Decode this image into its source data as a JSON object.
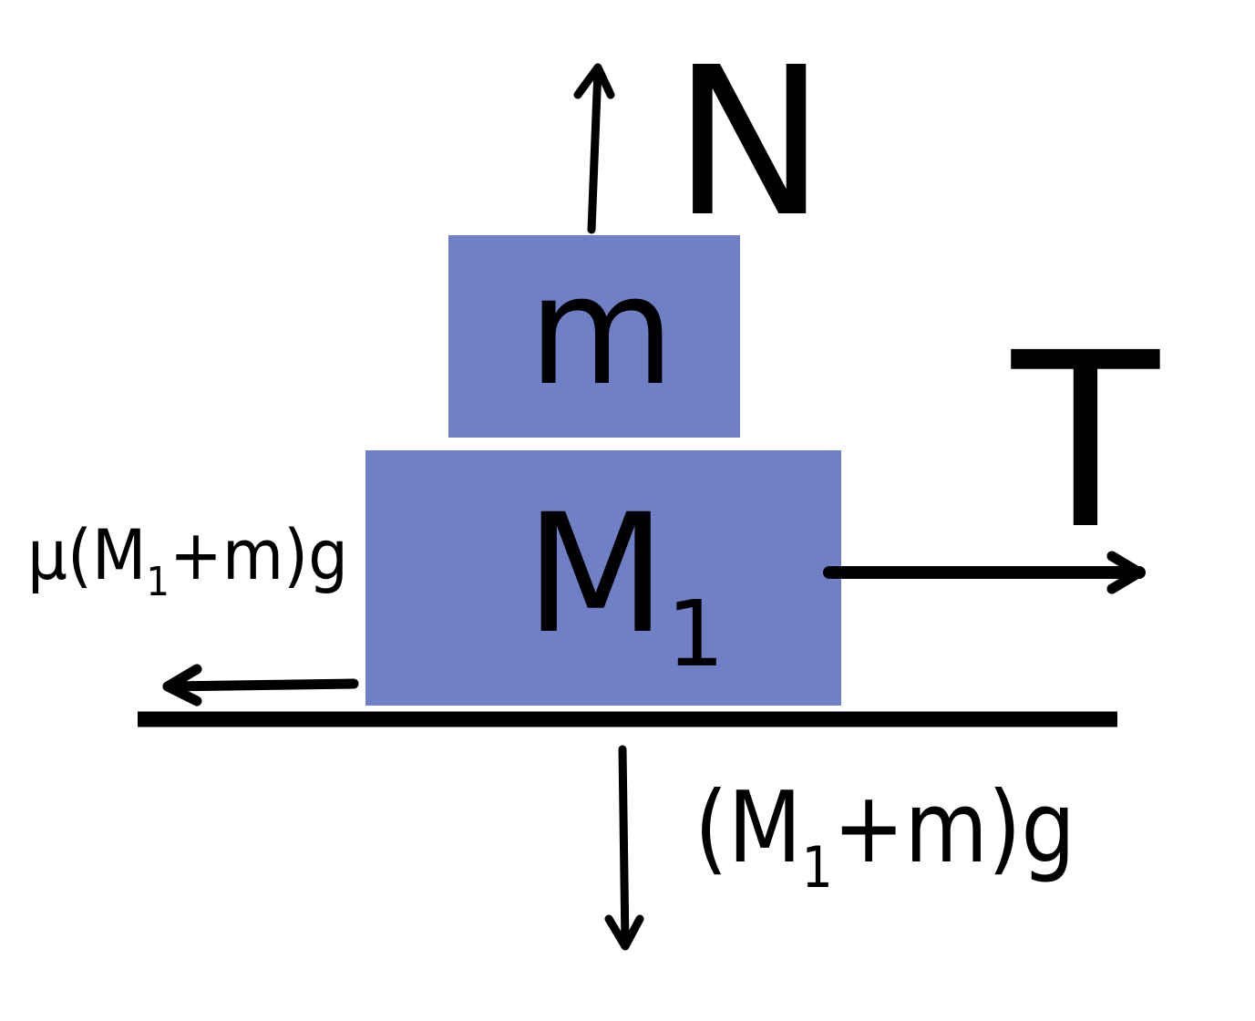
{
  "diagram": {
    "block_color": "#7080c6",
    "ink_color": "#000000",
    "background": "#ffffff",
    "top_block": {
      "label": "m"
    },
    "bottom_block": {
      "label": "M",
      "subscript": "1"
    },
    "forces": {
      "normal": {
        "label": "N",
        "direction": "up"
      },
      "tension": {
        "label": "T",
        "direction": "right"
      },
      "friction": {
        "prefix": "μ(M",
        "subscript": "1",
        "suffix": "+m)g",
        "direction": "left"
      },
      "weight": {
        "prefix": "(M",
        "subscript": "1",
        "suffix": "+m)g",
        "direction": "down"
      }
    }
  }
}
